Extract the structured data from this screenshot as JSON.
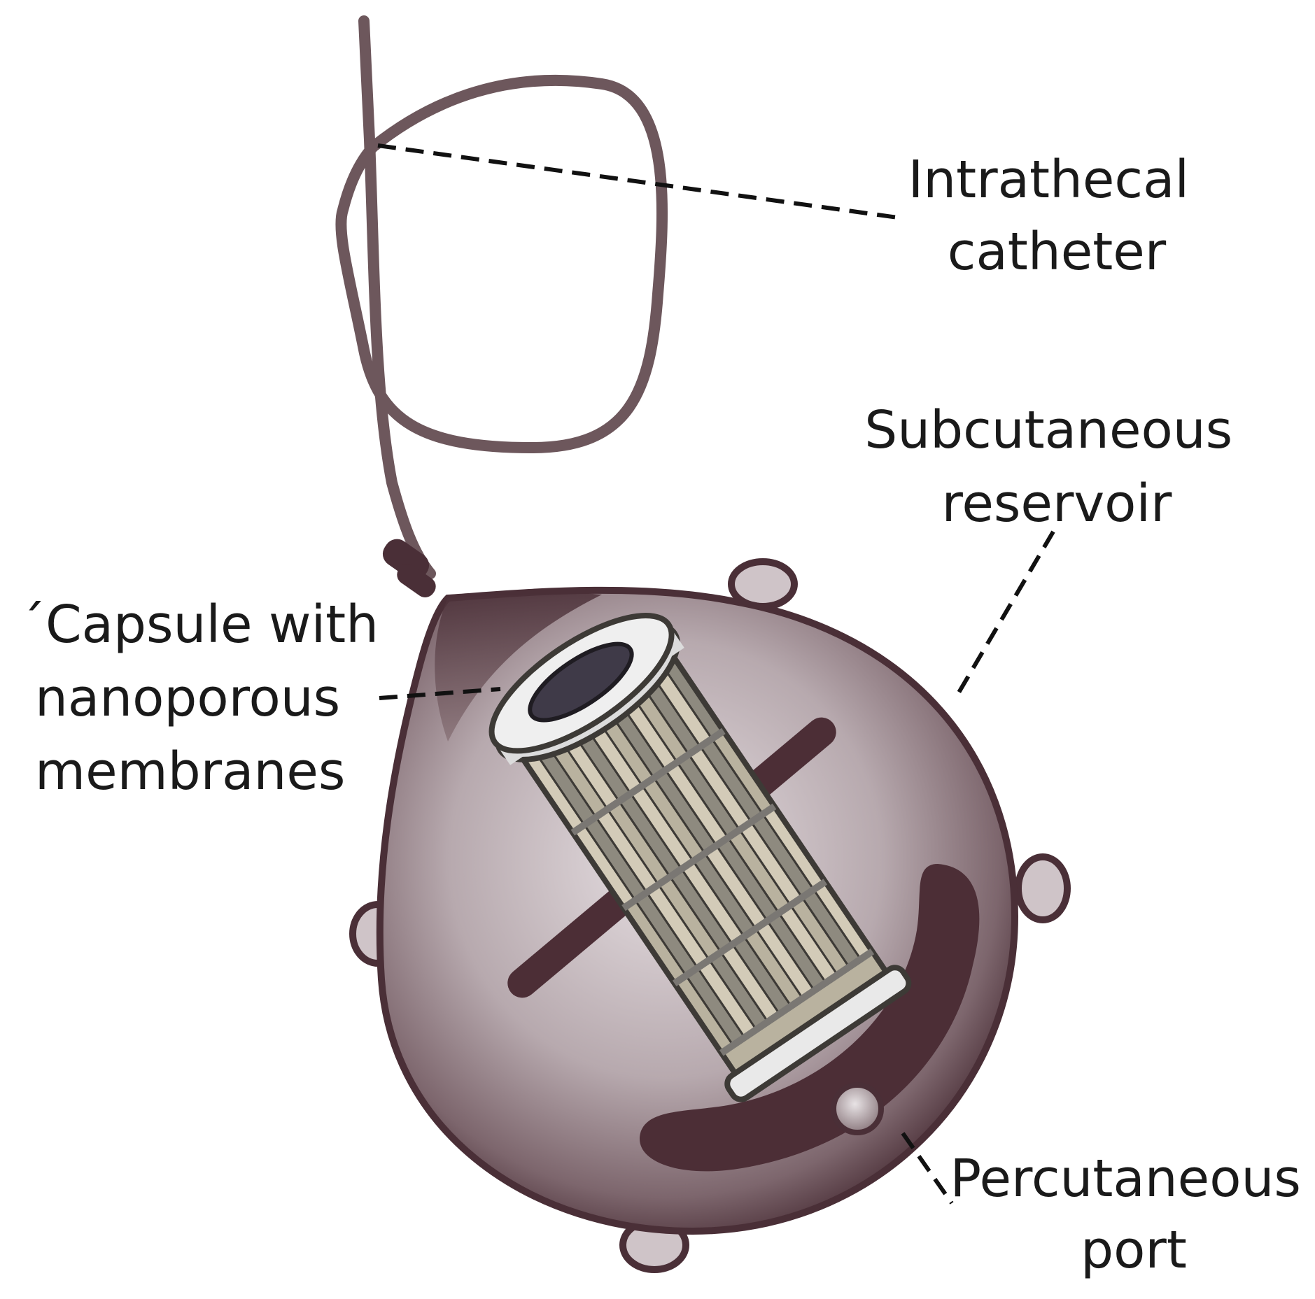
{
  "labels": {
    "intrathecal": [
      "Intrathecal",
      "catheter"
    ],
    "reservoir": [
      "Subcutaneous",
      "reservoir"
    ],
    "capsule": [
      "´Capsule with",
      "nanoporous",
      "membranes"
    ],
    "port": [
      "Percutaneous",
      "port"
    ]
  },
  "colors": {
    "body_dark": "#4a2f37",
    "body_light": "#d6cdd1",
    "catheter": "#6d575c",
    "slot": "#4c2e36",
    "capsule_stripe_light": "#d3cbb8",
    "capsule_stripe_dark": "#8e8a7f",
    "capsule_ring": "#e9e9e9",
    "capsule_bore": "#3f3a48"
  }
}
